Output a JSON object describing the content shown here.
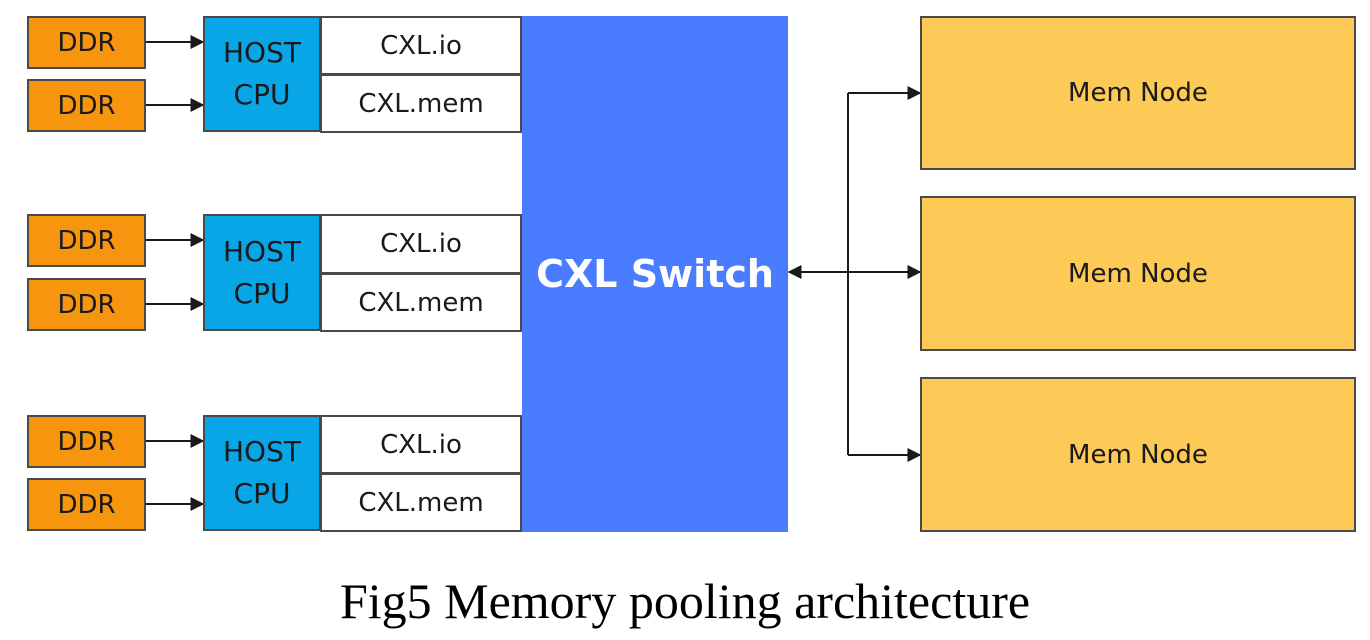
{
  "hosts": [
    {
      "ddr": [
        "DDR",
        "DDR"
      ],
      "cpu": "HOST\nCPU",
      "cxl_io": "CXL.io",
      "cxl_mem": "CXL.mem"
    },
    {
      "ddr": [
        "DDR",
        "DDR"
      ],
      "cpu": "HOST\nCPU",
      "cxl_io": "CXL.io",
      "cxl_mem": "CXL.mem"
    },
    {
      "ddr": [
        "DDR",
        "DDR"
      ],
      "cpu": "HOST\nCPU",
      "cxl_io": "CXL.io",
      "cxl_mem": "CXL.mem"
    }
  ],
  "switch_label": "CXL Switch",
  "mem_nodes": [
    "Mem Node",
    "Mem Node",
    "Mem Node"
  ],
  "caption": "Fig5 Memory pooling architecture",
  "colors": {
    "ddr": "#f7950f",
    "host_cpu": "#08a6e6",
    "switch": "#4a7cff",
    "mem_node": "#fdc957"
  }
}
